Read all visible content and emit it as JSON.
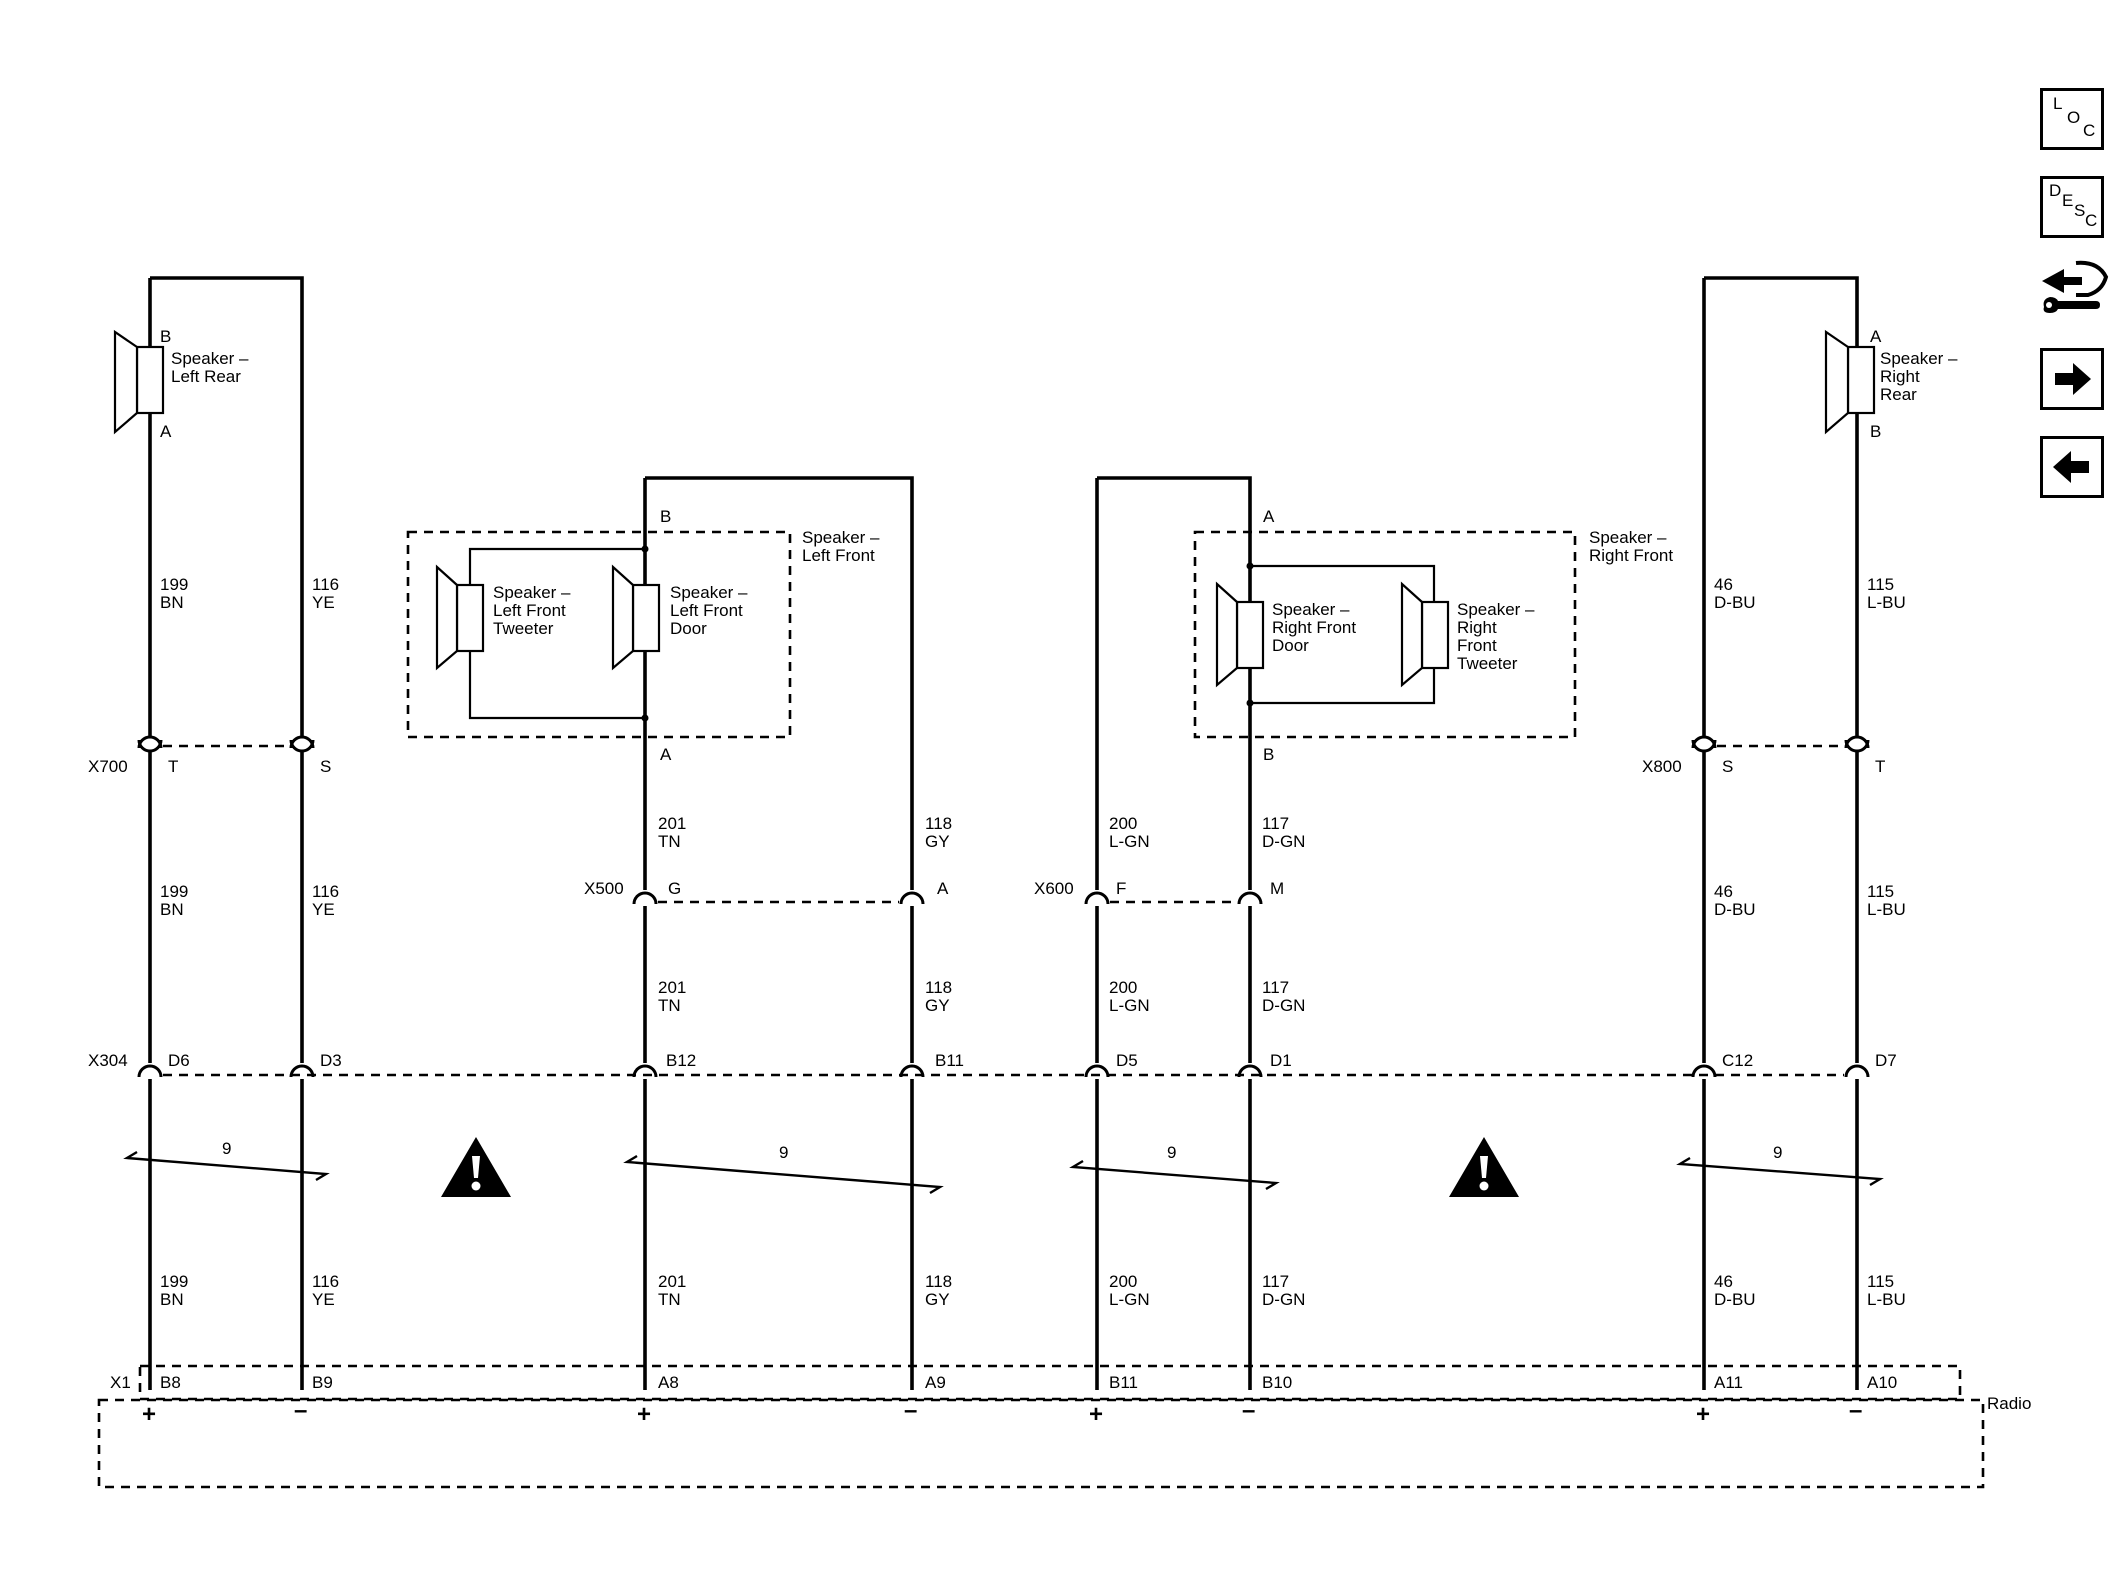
{
  "toolbar": {
    "loc": {
      "c1": "L",
      "c2": "O",
      "c3": "C"
    },
    "desc": {
      "c1": "D",
      "c2": "E",
      "c3": "S",
      "c4": "C"
    }
  },
  "components": {
    "lr": [
      "Speaker –",
      "Left Rear"
    ],
    "rr": [
      "Speaker –",
      "Right",
      "Rear"
    ],
    "lf_group": [
      "Speaker –",
      "Left Front"
    ],
    "rf_group": [
      "Speaker –",
      "Right Front"
    ],
    "lf_tweeter": [
      "Speaker –",
      "Left Front",
      "Tweeter"
    ],
    "lf_door": [
      "Speaker –",
      "Left Front",
      "Door"
    ],
    "rf_door": [
      "Speaker –",
      "Right Front",
      "Door"
    ],
    "rf_tweeter": [
      "Speaker –",
      "Right",
      "Front",
      "Tweeter"
    ],
    "radio": "Radio"
  },
  "speaker_terminals": {
    "lr_top": "B",
    "lr_bot": "A",
    "rr_top": "A",
    "rr_bot": "B",
    "lf_top": "B",
    "lf_bot": "A",
    "rf_top": "A",
    "rf_bot": "B"
  },
  "connectors": {
    "x700": {
      "name": "X700",
      "pins": [
        "T",
        "S"
      ]
    },
    "x800": {
      "name": "X800",
      "pins": [
        "S",
        "T"
      ]
    },
    "x500": {
      "name": "X500",
      "pins": [
        "G",
        "A"
      ]
    },
    "x600": {
      "name": "X600",
      "pins": [
        "F",
        "M"
      ]
    },
    "x304": {
      "name": "X304",
      "pins": [
        "D6",
        "D3",
        "B12",
        "B11",
        "D5",
        "D1",
        "C12",
        "D7"
      ]
    },
    "x1": {
      "name": "X1",
      "pins": [
        "B8",
        "B9",
        "A8",
        "A9",
        "B11",
        "B10",
        "A11",
        "A10"
      ]
    }
  },
  "polarity": [
    "+",
    "–",
    "+",
    "–",
    "+",
    "–",
    "+",
    "–"
  ],
  "twist_count": "9",
  "wires": {
    "w199": [
      "199",
      "BN"
    ],
    "w116": [
      "116",
      "YE"
    ],
    "w201": [
      "201",
      "TN"
    ],
    "w118": [
      "118",
      "GY"
    ],
    "w200": [
      "200",
      "L-GN"
    ],
    "w117": [
      "117",
      "D-GN"
    ],
    "w46": [
      "46",
      "D-BU"
    ],
    "w115": [
      "115",
      "L-BU"
    ]
  }
}
